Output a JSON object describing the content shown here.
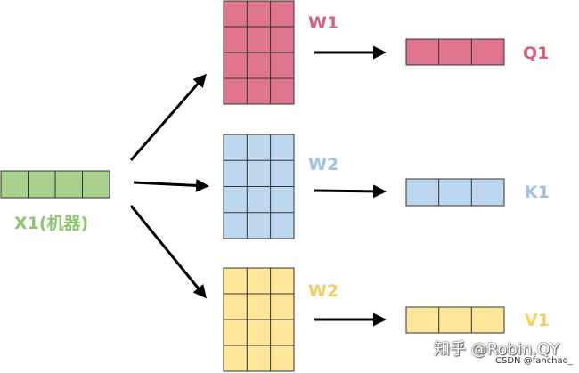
{
  "colors": {
    "red_fill": "#e07590",
    "red_text": "#d8607a",
    "blue_fill": "#bdd7ee",
    "blue_text": "#9fc3e4",
    "yellow_fill": "#ffe699",
    "yellow_text": "#f3cf5b",
    "green_fill": "#a9d18e",
    "green_text": "#8cc56e",
    "stroke": "#333333",
    "arrow": "#000000"
  },
  "labels": {
    "input": "X1(机器)",
    "w_top": "W1",
    "w_mid": "W2",
    "w_bot": "W2",
    "q": "Q1",
    "k": "K1",
    "v": "V1"
  },
  "watermark": {
    "main": "知乎 @Robin.QY",
    "sub": "CSDN @fanchao_"
  }
}
